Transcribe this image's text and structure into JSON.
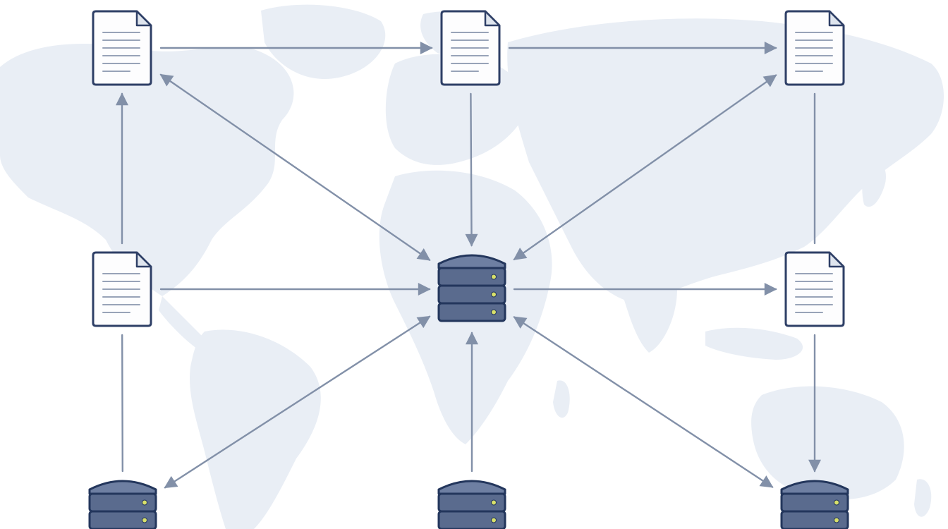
{
  "diagram": {
    "nodes": [
      {
        "id": "doc-top-left",
        "kind": "document"
      },
      {
        "id": "doc-top-center",
        "kind": "document"
      },
      {
        "id": "doc-top-right",
        "kind": "document"
      },
      {
        "id": "doc-mid-left",
        "kind": "document"
      },
      {
        "id": "db-center",
        "kind": "database"
      },
      {
        "id": "doc-mid-right",
        "kind": "document"
      },
      {
        "id": "db-bottom-left",
        "kind": "database"
      },
      {
        "id": "db-bottom-center",
        "kind": "database"
      },
      {
        "id": "db-bottom-right",
        "kind": "database"
      }
    ],
    "edges": [
      {
        "from": "doc-top-left",
        "to": "doc-top-center",
        "arrow": "end"
      },
      {
        "from": "doc-top-center",
        "to": "doc-top-right",
        "arrow": "end"
      },
      {
        "from": "doc-mid-left",
        "to": "doc-top-left",
        "arrow": "end"
      },
      {
        "from": "doc-top-left",
        "to": "db-center",
        "arrow": "both"
      },
      {
        "from": "doc-top-center",
        "to": "db-center",
        "arrow": "end"
      },
      {
        "from": "db-center",
        "to": "doc-top-right",
        "arrow": "both"
      },
      {
        "from": "doc-mid-left",
        "to": "db-center",
        "arrow": "end"
      },
      {
        "from": "db-center",
        "to": "doc-mid-right",
        "arrow": "end"
      },
      {
        "from": "doc-top-right",
        "to": "doc-mid-right",
        "arrow": "none"
      },
      {
        "from": "db-bottom-left",
        "to": "doc-mid-left",
        "arrow": "none"
      },
      {
        "from": "db-bottom-left",
        "to": "db-center",
        "arrow": "both"
      },
      {
        "from": "db-bottom-center",
        "to": "db-center",
        "arrow": "end"
      },
      {
        "from": "db-center",
        "to": "db-bottom-right",
        "arrow": "both"
      },
      {
        "from": "doc-mid-right",
        "to": "db-bottom-right",
        "arrow": "end"
      }
    ]
  },
  "colors": {
    "background": "#ffffff",
    "map": "#e9eef5",
    "arrow": "#8290a8",
    "doc_fill": "#fdfdfe",
    "doc_fold": "#dfe5ee",
    "doc_stroke": "#2e3f66",
    "doc_lines": "#98a3b8",
    "db_fill": "#5a6b8e",
    "db_top": "#6e7fa2",
    "db_stroke": "#23365c",
    "db_led": "#d8e06a"
  },
  "icons": {
    "document": "document-icon",
    "database": "database-server-icon",
    "background": "world-map-icon"
  }
}
